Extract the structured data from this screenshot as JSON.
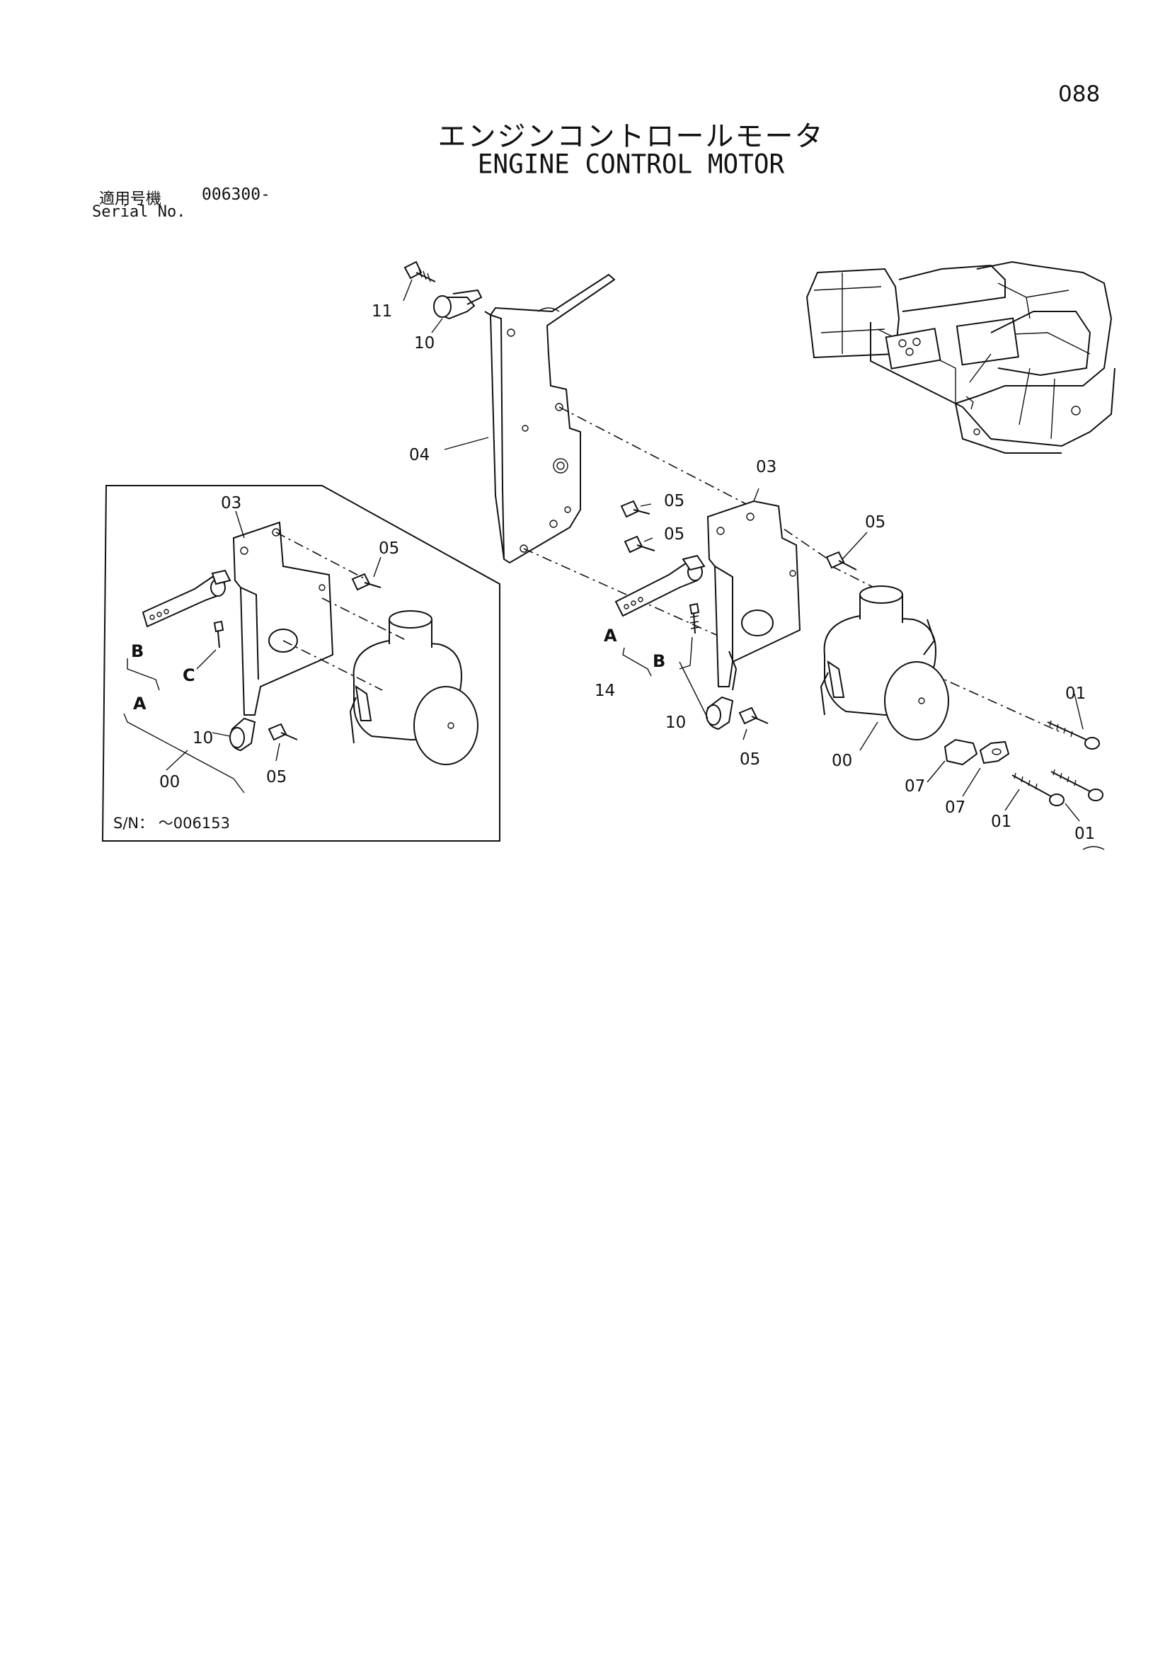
{
  "page_number": "088",
  "title_jp": "エンジンコントロールモータ",
  "title_en": "ENGINE CONTROL MOTOR",
  "serial": {
    "label_jp": "適用号機",
    "label_en": "Serial No.",
    "value": "006300-"
  },
  "inset": {
    "serial_note": "S/N： ～006153"
  },
  "callouts": {
    "c00": "00",
    "c01": "01",
    "c03": "03",
    "c04": "04",
    "c05": "05",
    "c07": "07",
    "c10": "10",
    "c11": "11",
    "c14": "14",
    "A": "A",
    "B": "B",
    "C": "C"
  }
}
